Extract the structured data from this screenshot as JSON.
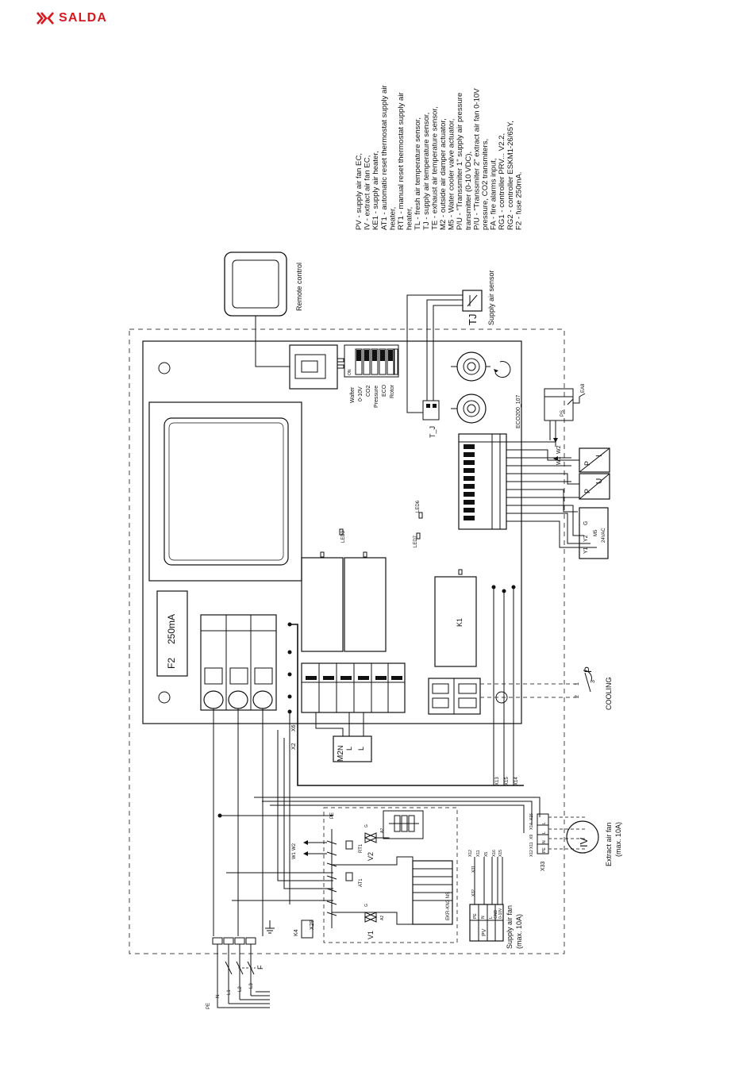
{
  "brand": {
    "name": "SALDA",
    "color": "#d71920"
  },
  "legend": [
    "PV - supply air fan EC,",
    "IV - extract air fan EC,",
    "KE1 - supply air heater,",
    "AT1 - automatic reset thermostat supply air",
    "heater,",
    "RT1 - manual reset thermostat supply air",
    "heater,",
    "TL - fresh air temperature sensor,",
    "TJ - supply air temperature sensor,",
    "TE - exhaust air temperature sensor,",
    "M2 - outside air damper actuator,",
    "M5 - Water cooler valve actuator,",
    "P/U - \"Transsmiter 1\" supply air pressure",
    "transmitter (0-10 VDC),",
    "P/U - \"Transsmiter 2\" extract air fan 0-10V",
    "pressure, CO2 transmiters,",
    "FA - fire alarms input,",
    "RG1 - controller PRV... V2.2,",
    "RG2 - controller ESKM1-26/65Y,",
    "F2 - fuse 250mA."
  ],
  "labels": {
    "remote_control": "Remote control",
    "supply_sensor": "Supply air sensor",
    "tj": "TJ",
    "tj_conn": "T_J",
    "board_code": "ECO200_107",
    "ea8": "EA8",
    "dip": [
      "Wafter",
      "0-10V",
      "CO2",
      "Pressure",
      "ECO",
      "Rotor"
    ],
    "dip_on": "ON",
    "led3": "LED3",
    "led6": "LED6",
    "led7": "LED7",
    "k1": "K1",
    "fuse": "F2",
    "fuse_rating": "250mA",
    "m2": "M2",
    "m2_terms": [
      "N",
      "L",
      "L"
    ],
    "m5": "M5",
    "m5_terms": [
      "Y1",
      "Y2",
      "G"
    ],
    "m5_volt": "24VAC",
    "w1": "W1",
    "w2": "W2",
    "p": "P",
    "i": "I",
    "u": "U",
    "ps": "PS",
    "cooling": "COOLING",
    "cool_contacts": [
      "1",
      "2",
      "3"
    ],
    "extract_fan": "Extract air fan",
    "extract_fan_max": "(max. 10A)",
    "iv": "IV",
    "supply_fan": "Supply air fan",
    "supply_fan_max": "(max. 10A)",
    "pv": "PV",
    "pv_terms": [
      "PE",
      "N",
      "L",
      "GND",
      "0-10V"
    ],
    "ekr": "EKR-KN3 NS",
    "x33": "X33",
    "x29": "X29",
    "x2": "X2",
    "x6": "X6",
    "x13": "X13",
    "x14": "X14",
    "x15": "X15",
    "x31": "X31",
    "x32": "X32",
    "at1": "AT1",
    "rt1": "RT1",
    "k4": "K4",
    "v1": "V1",
    "v2": "V2",
    "a2": "A2",
    "g": "G",
    "pe": "PE",
    "f": "F",
    "mains": [
      "PE",
      "N",
      "L1",
      "L2",
      "L3"
    ],
    "iv_terms": [
      "PE",
      "N",
      "L",
      "L"
    ],
    "x_col": [
      "X12",
      "X11",
      "X5",
      "X16",
      "X15"
    ],
    "iv_x": [
      "X15",
      "X14",
      "X9",
      "X11",
      "X12"
    ]
  }
}
